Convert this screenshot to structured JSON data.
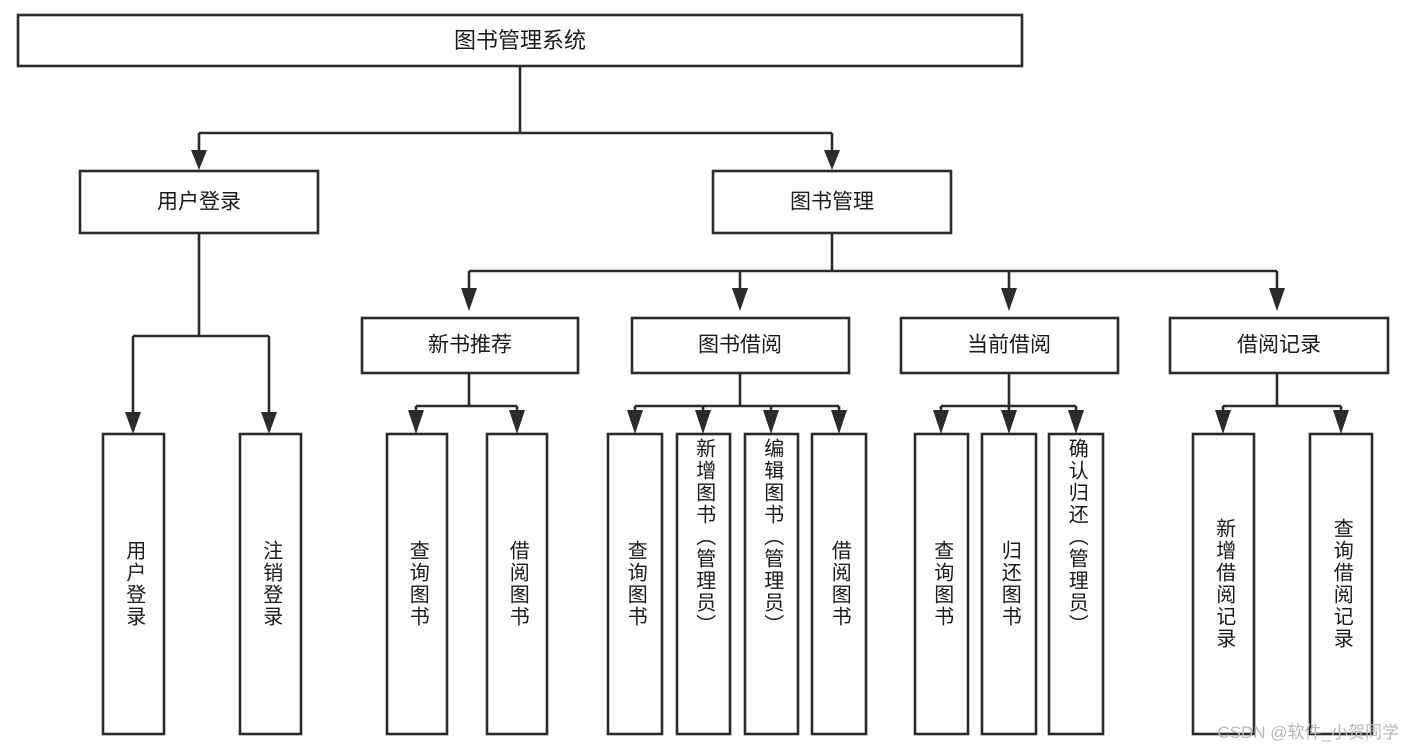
{
  "diagram": {
    "type": "tree-hierarchy",
    "title": "图书管理系统",
    "root": {
      "label": "图书管理系统"
    },
    "level2": [
      {
        "label": "用户登录"
      },
      {
        "label": "图书管理"
      }
    ],
    "level3": [
      {
        "label": "新书推荐"
      },
      {
        "label": "图书借阅"
      },
      {
        "label": "当前借阅"
      },
      {
        "label": "借阅记录"
      }
    ],
    "leaves": {
      "user_login": [
        {
          "label": "用户登录"
        },
        {
          "label": "注销登录"
        }
      ],
      "new_book_recommend": [
        {
          "label": "查询图书"
        },
        {
          "label": "借阅图书"
        }
      ],
      "book_borrow": [
        {
          "label": "查询图书"
        },
        {
          "label": "新增图书（管理员）"
        },
        {
          "label": "编辑图书（管理员）"
        },
        {
          "label": "借阅图书"
        }
      ],
      "current_borrow": [
        {
          "label": "查询图书"
        },
        {
          "label": "归还图书"
        },
        {
          "label": "确认归还（管理员）"
        }
      ],
      "borrow_record": [
        {
          "label": "新增借阅记录"
        },
        {
          "label": "查询借阅记录"
        }
      ]
    },
    "watermark": "CSDN @软件_小贺同学",
    "colors": {
      "stroke": "#2b2b2b",
      "fill": "#ffffff",
      "text": "#1a1a1a",
      "watermark": "#b9b9b9",
      "background": "#ffffff"
    }
  }
}
